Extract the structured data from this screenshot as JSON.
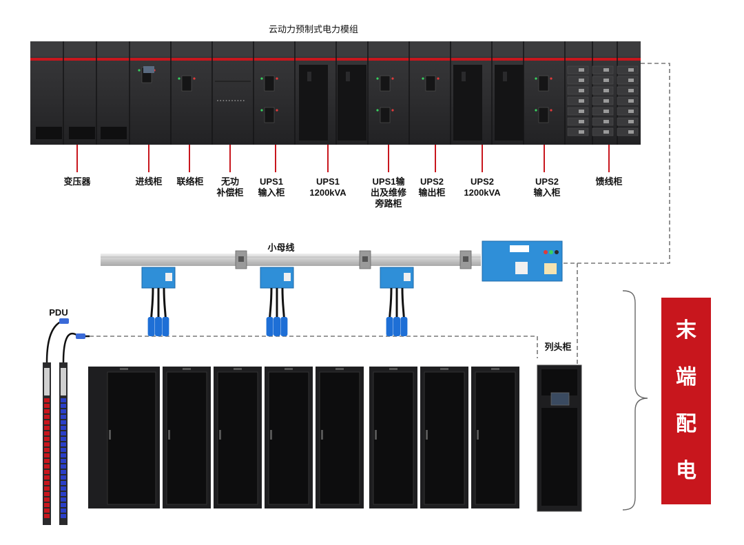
{
  "title": "云动力预制式电力模组",
  "cabinet_labels": [
    {
      "id": "transformer",
      "lines": [
        "变压器"
      ]
    },
    {
      "id": "incoming",
      "lines": [
        "进线柜"
      ]
    },
    {
      "id": "tie",
      "lines": [
        "联络柜"
      ]
    },
    {
      "id": "reactive",
      "lines": [
        "无功",
        "补偿柜"
      ]
    },
    {
      "id": "ups1-in",
      "lines": [
        "UPS1",
        "输入柜"
      ]
    },
    {
      "id": "ups1",
      "lines": [
        "UPS1",
        "1200kVA"
      ]
    },
    {
      "id": "ups1-out",
      "lines": [
        "UPS1输",
        "出及维修",
        "旁路柜"
      ]
    },
    {
      "id": "ups2-out",
      "lines": [
        "UPS2",
        "输出柜"
      ]
    },
    {
      "id": "ups2",
      "lines": [
        "UPS2",
        "1200kVA"
      ]
    },
    {
      "id": "ups2-in",
      "lines": [
        "UPS2",
        "输入柜"
      ]
    },
    {
      "id": "feeder",
      "lines": [
        "馈线柜"
      ]
    }
  ],
  "busway_label": "小母线",
  "pdu_label": "PDU",
  "row_head_label": "列头柜",
  "side_label": [
    "末",
    "端",
    "配",
    "电"
  ],
  "colors": {
    "accent_red": "#c8161d",
    "cabinet": "#2b2b2d",
    "rack": "#1e1e20",
    "tap_box": "#2f8fd8",
    "connector": "#1e6fd6"
  }
}
